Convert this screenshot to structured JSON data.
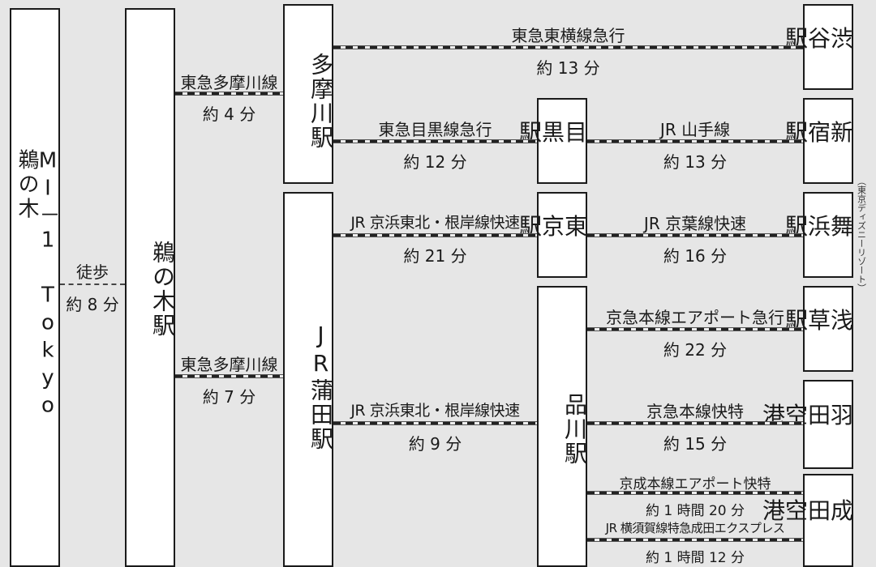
{
  "stations": {
    "origin": "MI－1 Tokyo 鵜の木",
    "unoki": "鵜の木駅",
    "tamagawa": "多摩川駅",
    "kamata": "JR蒲田駅",
    "meguro": "目黒駅",
    "tokyo": "東京駅",
    "shinagawa": "品川駅",
    "shibuya": "渋谷駅",
    "shinjuku": "新宿駅",
    "maihama": "舞浜駅",
    "asakusa": "浅草駅",
    "haneda": "羽田空港",
    "narita": "成田空港"
  },
  "maihama_note": "（東京ディズニーリゾート）",
  "routes": {
    "walk": {
      "line": "徒歩",
      "time": "約 8 分"
    },
    "unoki_tamagawa": {
      "line": "東急多摩川線",
      "time": "約 4 分"
    },
    "unoki_kamata": {
      "line": "東急多摩川線",
      "time": "約 7 分"
    },
    "tamagawa_shibuya": {
      "line": "東急東横線急行",
      "time": "約 13 分"
    },
    "tamagawa_meguro": {
      "line": "東急目黒線急行",
      "time": "約 12 分"
    },
    "meguro_shinjuku": {
      "line": "JR 山手線",
      "time": "約 13 分"
    },
    "kamata_tokyo": {
      "line": "JR 京浜東北・根岸線快速",
      "time": "約 21 分"
    },
    "tokyo_maihama": {
      "line": "JR 京葉線快速",
      "time": "約 16 分"
    },
    "kamata_shinagawa": {
      "line": "JR 京浜東北・根岸線快速",
      "time": "約 9 分"
    },
    "shinagawa_asakusa": {
      "line": "京急本線エアポート急行",
      "time": "約 22 分"
    },
    "shinagawa_haneda": {
      "line": "京急本線快特",
      "time": "約 15 分"
    },
    "shinagawa_narita_keisei": {
      "line": "京成本線エアポート快特",
      "time": "約 1 時間 20 分"
    },
    "shinagawa_narita_jr": {
      "line": "JR 横須賀線特急成田エクスプレス",
      "time": "約 1 時間 12 分"
    }
  }
}
